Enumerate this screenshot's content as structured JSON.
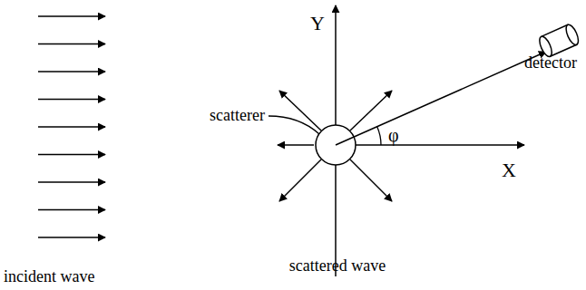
{
  "diagram": {
    "labels": [
      "Y",
      "detector",
      "scatterer",
      "φ",
      "X",
      "scattered wave",
      "incident wave"
    ]
  }
}
